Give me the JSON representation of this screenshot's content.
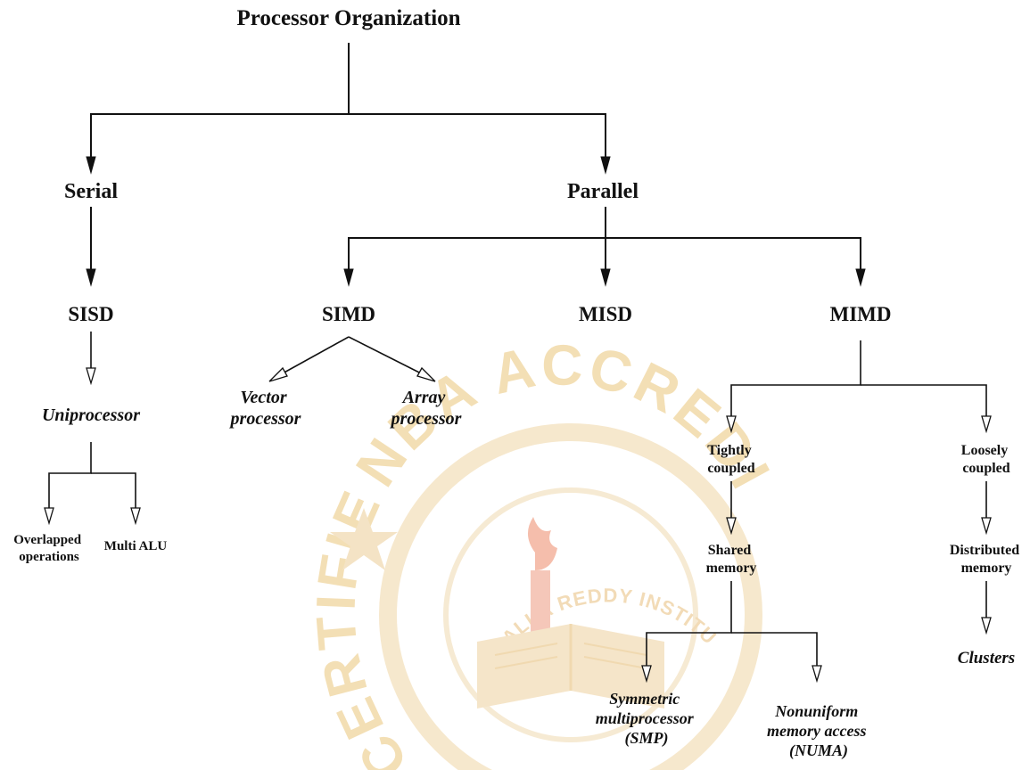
{
  "diagram": {
    "title": "Processor Organization",
    "nodes": {
      "root": {
        "lines": [
          "Processor Organization"
        ]
      },
      "serial": {
        "lines": [
          "Serial"
        ]
      },
      "parallel": {
        "lines": [
          "Parallel"
        ]
      },
      "sisd": {
        "lines": [
          "SISD"
        ]
      },
      "simd": {
        "lines": [
          "SIMD"
        ]
      },
      "misd": {
        "lines": [
          "MISD"
        ]
      },
      "mimd": {
        "lines": [
          "MIMD"
        ]
      },
      "uniprocessor": {
        "lines": [
          "Uniprocessor"
        ]
      },
      "overlapped": {
        "lines": [
          "Overlapped",
          "operations"
        ]
      },
      "multi_alu": {
        "lines": [
          "Multi ALU"
        ]
      },
      "vector": {
        "lines": [
          "Vector",
          "processor"
        ]
      },
      "array": {
        "lines": [
          "Array",
          "processor"
        ]
      },
      "tightly": {
        "lines": [
          "Tightly",
          "coupled"
        ]
      },
      "loosely": {
        "lines": [
          "Loosely",
          "coupled"
        ]
      },
      "shared": {
        "lines": [
          "Shared",
          "memory"
        ]
      },
      "distributed": {
        "lines": [
          "Distributed",
          "memory"
        ]
      },
      "smp": {
        "lines": [
          "Symmetric",
          "multiprocessor",
          "(SMP)"
        ]
      },
      "numa": {
        "lines": [
          "Nonuniform",
          "memory access",
          "(NUMA)"
        ]
      },
      "clusters": {
        "lines": [
          "Clusters"
        ]
      }
    },
    "edges": [
      {
        "from": "root",
        "to": "serial",
        "arrow": "solid"
      },
      {
        "from": "root",
        "to": "parallel",
        "arrow": "solid"
      },
      {
        "from": "serial",
        "to": "sisd",
        "arrow": "solid"
      },
      {
        "from": "parallel",
        "to": "simd",
        "arrow": "solid"
      },
      {
        "from": "parallel",
        "to": "misd",
        "arrow": "solid"
      },
      {
        "from": "parallel",
        "to": "mimd",
        "arrow": "solid"
      },
      {
        "from": "sisd",
        "to": "uniprocessor",
        "arrow": "open"
      },
      {
        "from": "uniprocessor",
        "to": "overlapped",
        "arrow": "open"
      },
      {
        "from": "uniprocessor",
        "to": "multi_alu",
        "arrow": "open"
      },
      {
        "from": "simd",
        "to": "vector",
        "arrow": "open"
      },
      {
        "from": "simd",
        "to": "array",
        "arrow": "open"
      },
      {
        "from": "mimd",
        "to": "tightly",
        "arrow": "open"
      },
      {
        "from": "mimd",
        "to": "loosely",
        "arrow": "open"
      },
      {
        "from": "tightly",
        "to": "shared",
        "arrow": "open"
      },
      {
        "from": "loosely",
        "to": "distributed",
        "arrow": "open"
      },
      {
        "from": "shared",
        "to": "smp",
        "arrow": "open"
      },
      {
        "from": "shared",
        "to": "numa",
        "arrow": "open"
      },
      {
        "from": "distributed",
        "to": "clusters",
        "arrow": "open"
      }
    ]
  },
  "watermark": {
    "top_text": "NBA ACCREDITED",
    "left_text": "CERTIFIED",
    "inner_text": "MALLA REDDY INSTITUTE OF TECHNOLOGY & SCIENCE",
    "color": "#f2dcae",
    "emblem_red": "#f4b8a4",
    "emblem_book": "#f5e3c4"
  },
  "colors": {
    "ink": "#111111",
    "background": "#ffffff"
  }
}
